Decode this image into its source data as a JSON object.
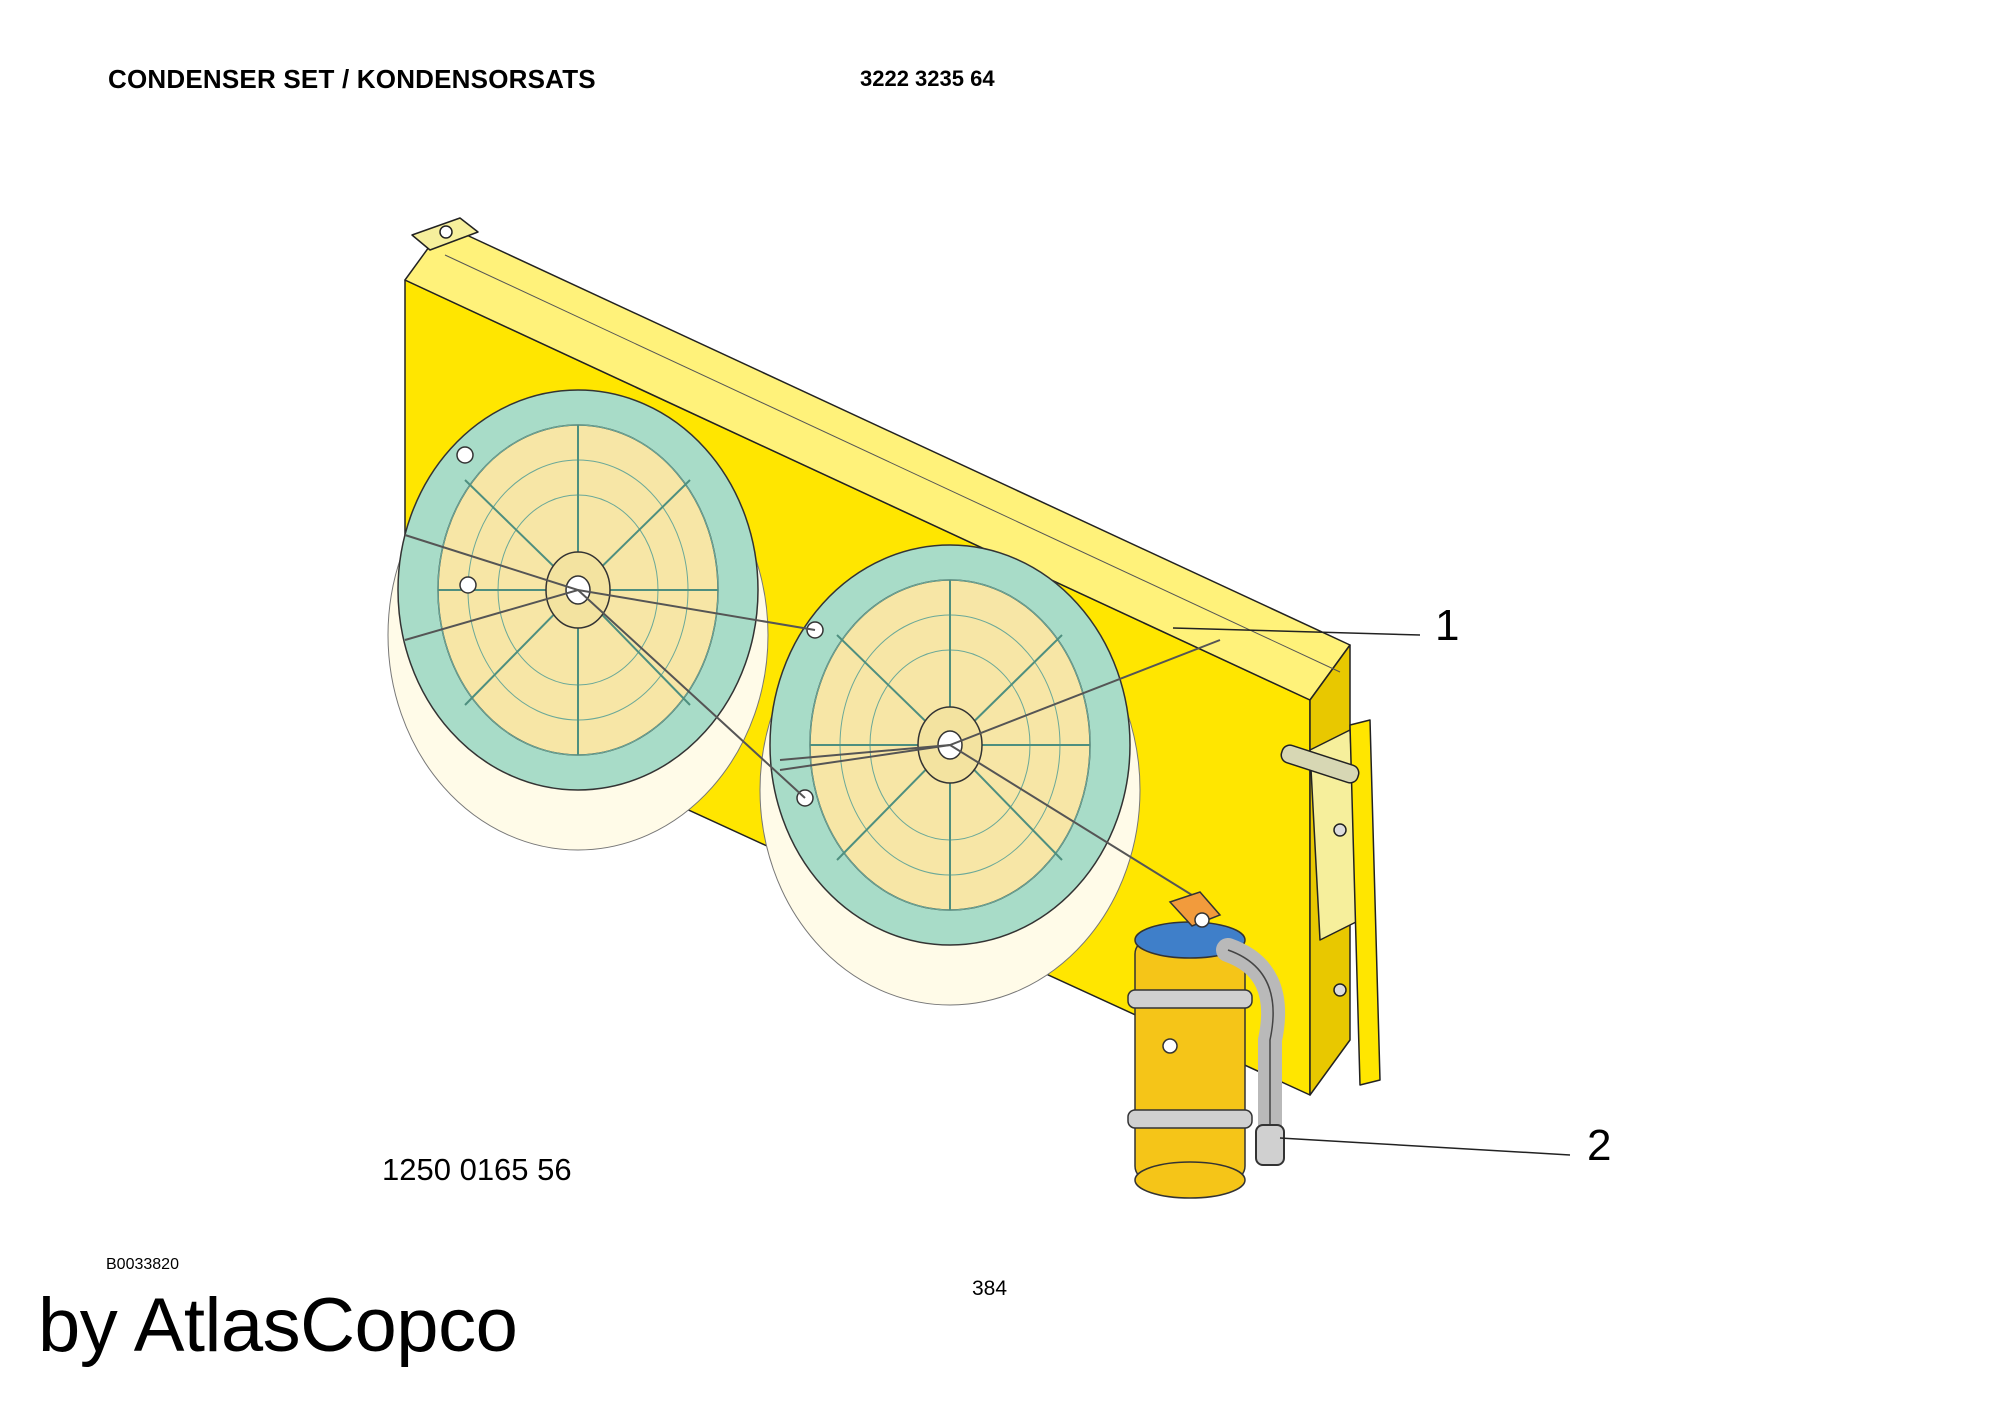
{
  "header": {
    "title": "CONDENSER SET / KONDENSORSATS",
    "part_number": "3222 3235 64"
  },
  "figure": {
    "callouts": [
      "1",
      "2"
    ],
    "sub_part_number": "1250 0165 56",
    "colors": {
      "housing": "#ffe600",
      "fan_shroud": "#a8dcc8",
      "fan_blade": "#f7e6a6",
      "receiver_drier": "#f5c518",
      "cap": "#3f7fc9",
      "hose": "#b9b9b9"
    }
  },
  "footer": {
    "drawing_id": "B0033820",
    "page_number": "384",
    "watermark": "by AtlasCopco"
  }
}
